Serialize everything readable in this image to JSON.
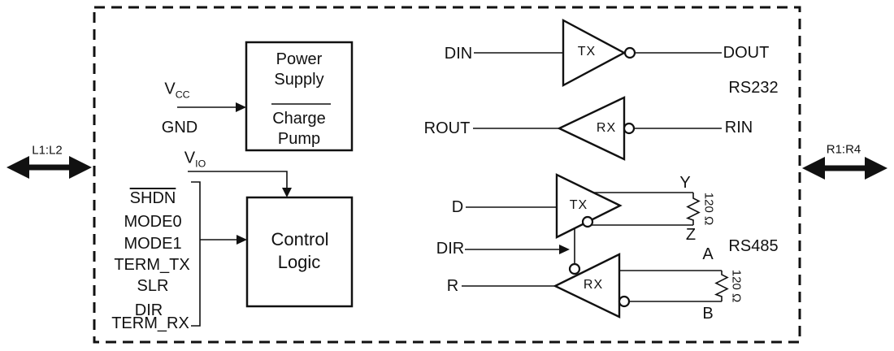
{
  "ports": {
    "left_label": "L1:L2",
    "right_label": "R1:R4"
  },
  "power": {
    "vcc_main": "V",
    "vcc_sub": "CC",
    "gnd_label": "GND",
    "vio_main": "V",
    "vio_sub": "IO"
  },
  "power_supply_box": {
    "line1": "Power",
    "line2": "Supply",
    "line3": "Charge",
    "line4": "Pump"
  },
  "control_logic_box": {
    "line1": "Control",
    "line2": "Logic"
  },
  "control_signals": [
    "SHDN",
    "MODE0",
    "MODE1",
    "TERM_TX",
    "SLR",
    "DIR",
    "TERM_RX"
  ],
  "rs232": {
    "section_label": "RS232",
    "tx_gate": "TX",
    "din": "DIN",
    "dout": "DOUT",
    "rx_gate": "RX",
    "rout": "ROUT",
    "rin": "RIN"
  },
  "rs485": {
    "section_label": "RS485",
    "tx_gate": "TX",
    "d": "D",
    "y": "Y",
    "z": "Z",
    "dir": "DIR",
    "rx_gate": "RX",
    "r": "R",
    "a": "A",
    "b": "B",
    "term_top": "120 Ω",
    "term_bottom": "120 Ω"
  },
  "colors": {
    "ink": "#111111",
    "background": "#ffffff"
  }
}
